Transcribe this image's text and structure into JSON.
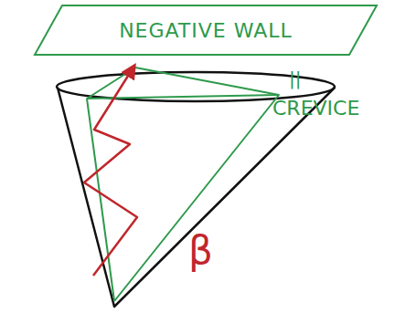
{
  "diagram": {
    "nodes": [
      {
        "text": [
          "NEGATIVE WALL"
        ]
      }
    ],
    "labels": [
      "||",
      "CREVICE",
      "β"
    ]
  }
}
